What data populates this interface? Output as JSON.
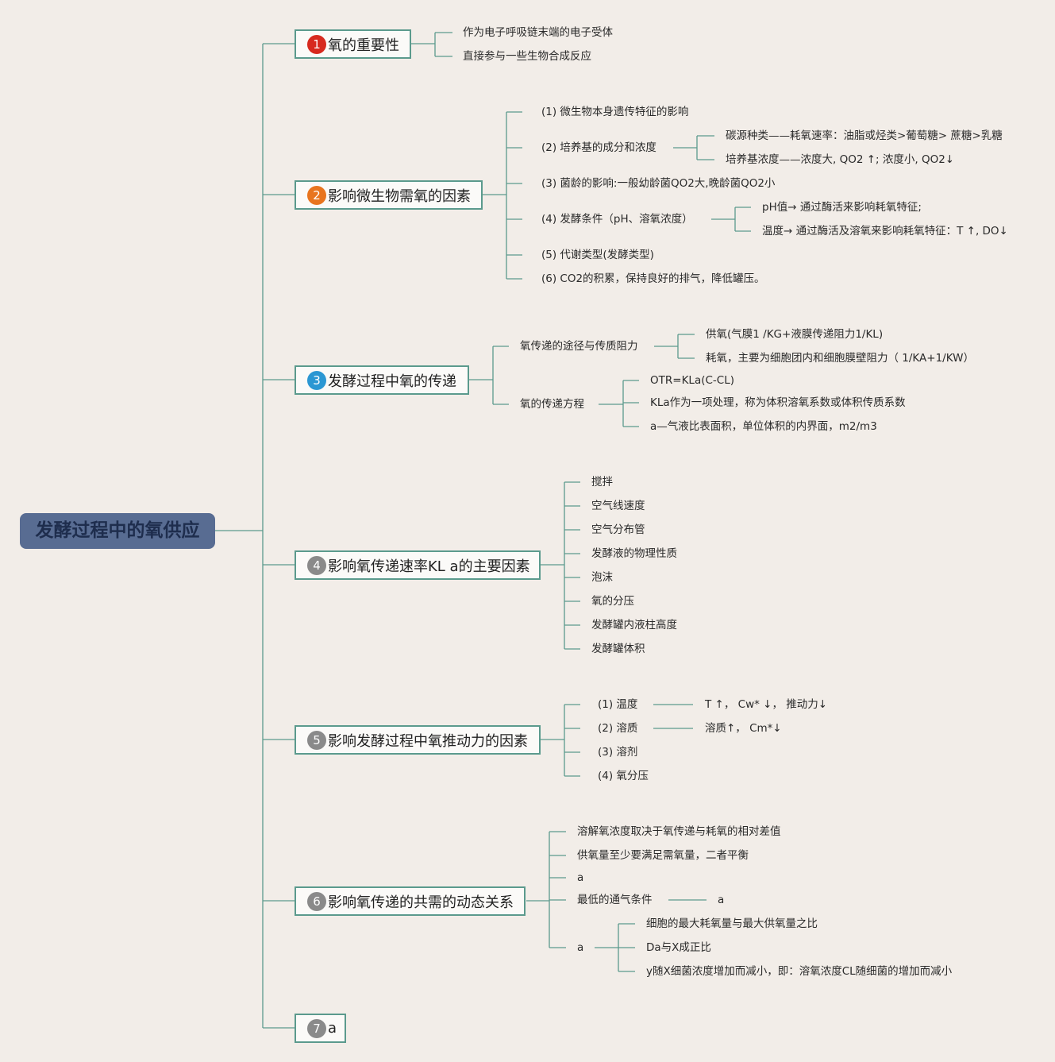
{
  "root": {
    "label": "发酵过程中的氧供应"
  },
  "badge_colors": [
    "#d72a1f",
    "#e8751f",
    "#2b97d3",
    "#8a8a8a",
    "#8a8a8a",
    "#8a8a8a",
    "#8a8a8a"
  ],
  "topics": [
    {
      "num": "1",
      "label": "氧的重要性",
      "children": [
        {
          "label": "作为电子呼吸链末端的电子受体"
        },
        {
          "label": "直接参与一些生物合成反应"
        }
      ]
    },
    {
      "num": "2",
      "label": "影响微生物需氧的因素",
      "children": [
        {
          "label": "(1)  微生物本身遗传特征的影响"
        },
        {
          "label": "(2)  培养基的成分和浓度",
          "children": [
            {
              "label": "碳源种类——耗氧速率：油脂或烃类>葡萄糖> 蔗糖>乳糖"
            },
            {
              "label": "培养基浓度——浓度大, QO2 ↑; 浓度小, QO2↓"
            }
          ]
        },
        {
          "label": "(3)  菌龄的影响:一般幼龄菌QO2大,晚龄菌QO2小"
        },
        {
          "label": "(4)  发酵条件（pH、溶氧浓度）",
          "children": [
            {
              "label": "pH值→ 通过酶活来影响耗氧特征;"
            },
            {
              "label": "温度→ 通过酶活及溶氧来影响耗氧特征：T ↑, DO↓"
            }
          ]
        },
        {
          "label": "(5)  代谢类型(发酵类型)"
        },
        {
          "label": "(6)  CO2的积累，保持良好的排气，降低罐压。"
        }
      ]
    },
    {
      "num": "3",
      "label": "发酵过程中氧的传递",
      "children": [
        {
          "label": "氧传递的途径与传质阻力",
          "children": [
            {
              "label": "供氧(气膜1 /KG+液膜传递阻力1/KL)"
            },
            {
              "label": "耗氧，主要为细胞团内和细胞膜壁阻力（ 1/KA+1/KW）"
            }
          ]
        },
        {
          "label": "氧的传递方程",
          "children": [
            {
              "label": "OTR=KLa(C-CL)"
            },
            {
              "label": "KLa作为一项处理，称为体积溶氧系数或体积传质系数"
            },
            {
              "label": "a—气液比表面积，单位体积的内界面，m2/m3"
            }
          ]
        }
      ]
    },
    {
      "num": "4",
      "label": "影响氧传递速率KL a的主要因素",
      "children": [
        {
          "label": "搅拌"
        },
        {
          "label": "空气线速度"
        },
        {
          "label": "空气分布管"
        },
        {
          "label": "发酵液的物理性质"
        },
        {
          "label": "泡沫"
        },
        {
          "label": "氧的分压"
        },
        {
          "label": "发酵罐内液柱高度"
        },
        {
          "label": "发酵罐体积"
        }
      ]
    },
    {
      "num": "5",
      "label": "影响发酵过程中氧推动力的因素",
      "children": [
        {
          "label": "(1)  温度",
          "children": [
            {
              "label": "T ↑， Cw* ↓， 推动力↓"
            }
          ]
        },
        {
          "label": "(2)  溶质",
          "children": [
            {
              "label": "溶质↑，   Cm*↓"
            }
          ]
        },
        {
          "label": "(3)  溶剂"
        },
        {
          "label": "(4)  氧分压"
        }
      ]
    },
    {
      "num": "6",
      "label": "影响氧传递的共需的动态关系",
      "children": [
        {
          "label": "溶解氧浓度取决于氧传递与耗氧的相对差值"
        },
        {
          "label": "供氧量至少要满足需氧量，二者平衡"
        },
        {
          "label": "a"
        },
        {
          "label": "最低的通气条件",
          "children": [
            {
              "label": "a"
            }
          ]
        },
        {
          "label": "a",
          "children": [
            {
              "label": "细胞的最大耗氧量与最大供氧量之比"
            },
            {
              "label": "Da与X成正比"
            },
            {
              "label": "y随X细菌浓度增加而减小，即：溶氧浓度CL随细菌的增加而减小"
            }
          ]
        }
      ]
    },
    {
      "num": "7",
      "label": "a",
      "children": []
    }
  ]
}
